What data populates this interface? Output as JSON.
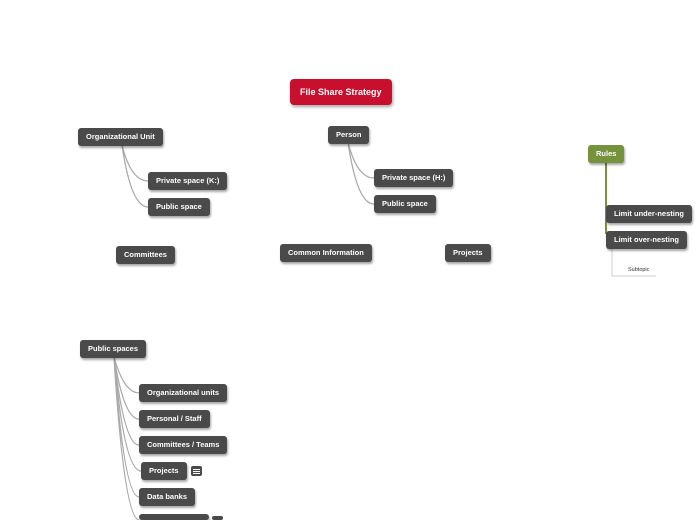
{
  "central": "File Share Strategy",
  "topics": {
    "org_unit": {
      "label": "Organizational Unit",
      "children": [
        "Private space (K:)",
        "Public space"
      ]
    },
    "person": {
      "label": "Person",
      "children": [
        "Private space (H:)",
        "Public space"
      ]
    },
    "rules": {
      "label": "Rules",
      "color": "#76923c",
      "children": [
        "Limit under-nesting",
        "Limit over-nesting"
      ],
      "subtopic": "Subtopic"
    },
    "committees": {
      "label": "Committees"
    },
    "common_information": {
      "label": "Common Information"
    },
    "projects": {
      "label": "Projects"
    },
    "public_spaces": {
      "label": "Public spaces",
      "children": [
        "Organizational units",
        "Personal / Staff",
        "Committees / Teams",
        "Projects",
        "Data banks"
      ]
    }
  },
  "colors": {
    "central": "#c8102e",
    "node": "#4a4a4a",
    "connector": "#aaaaaa",
    "rules_accent": "#76923c"
  },
  "icons": {
    "note": "note-icon"
  }
}
